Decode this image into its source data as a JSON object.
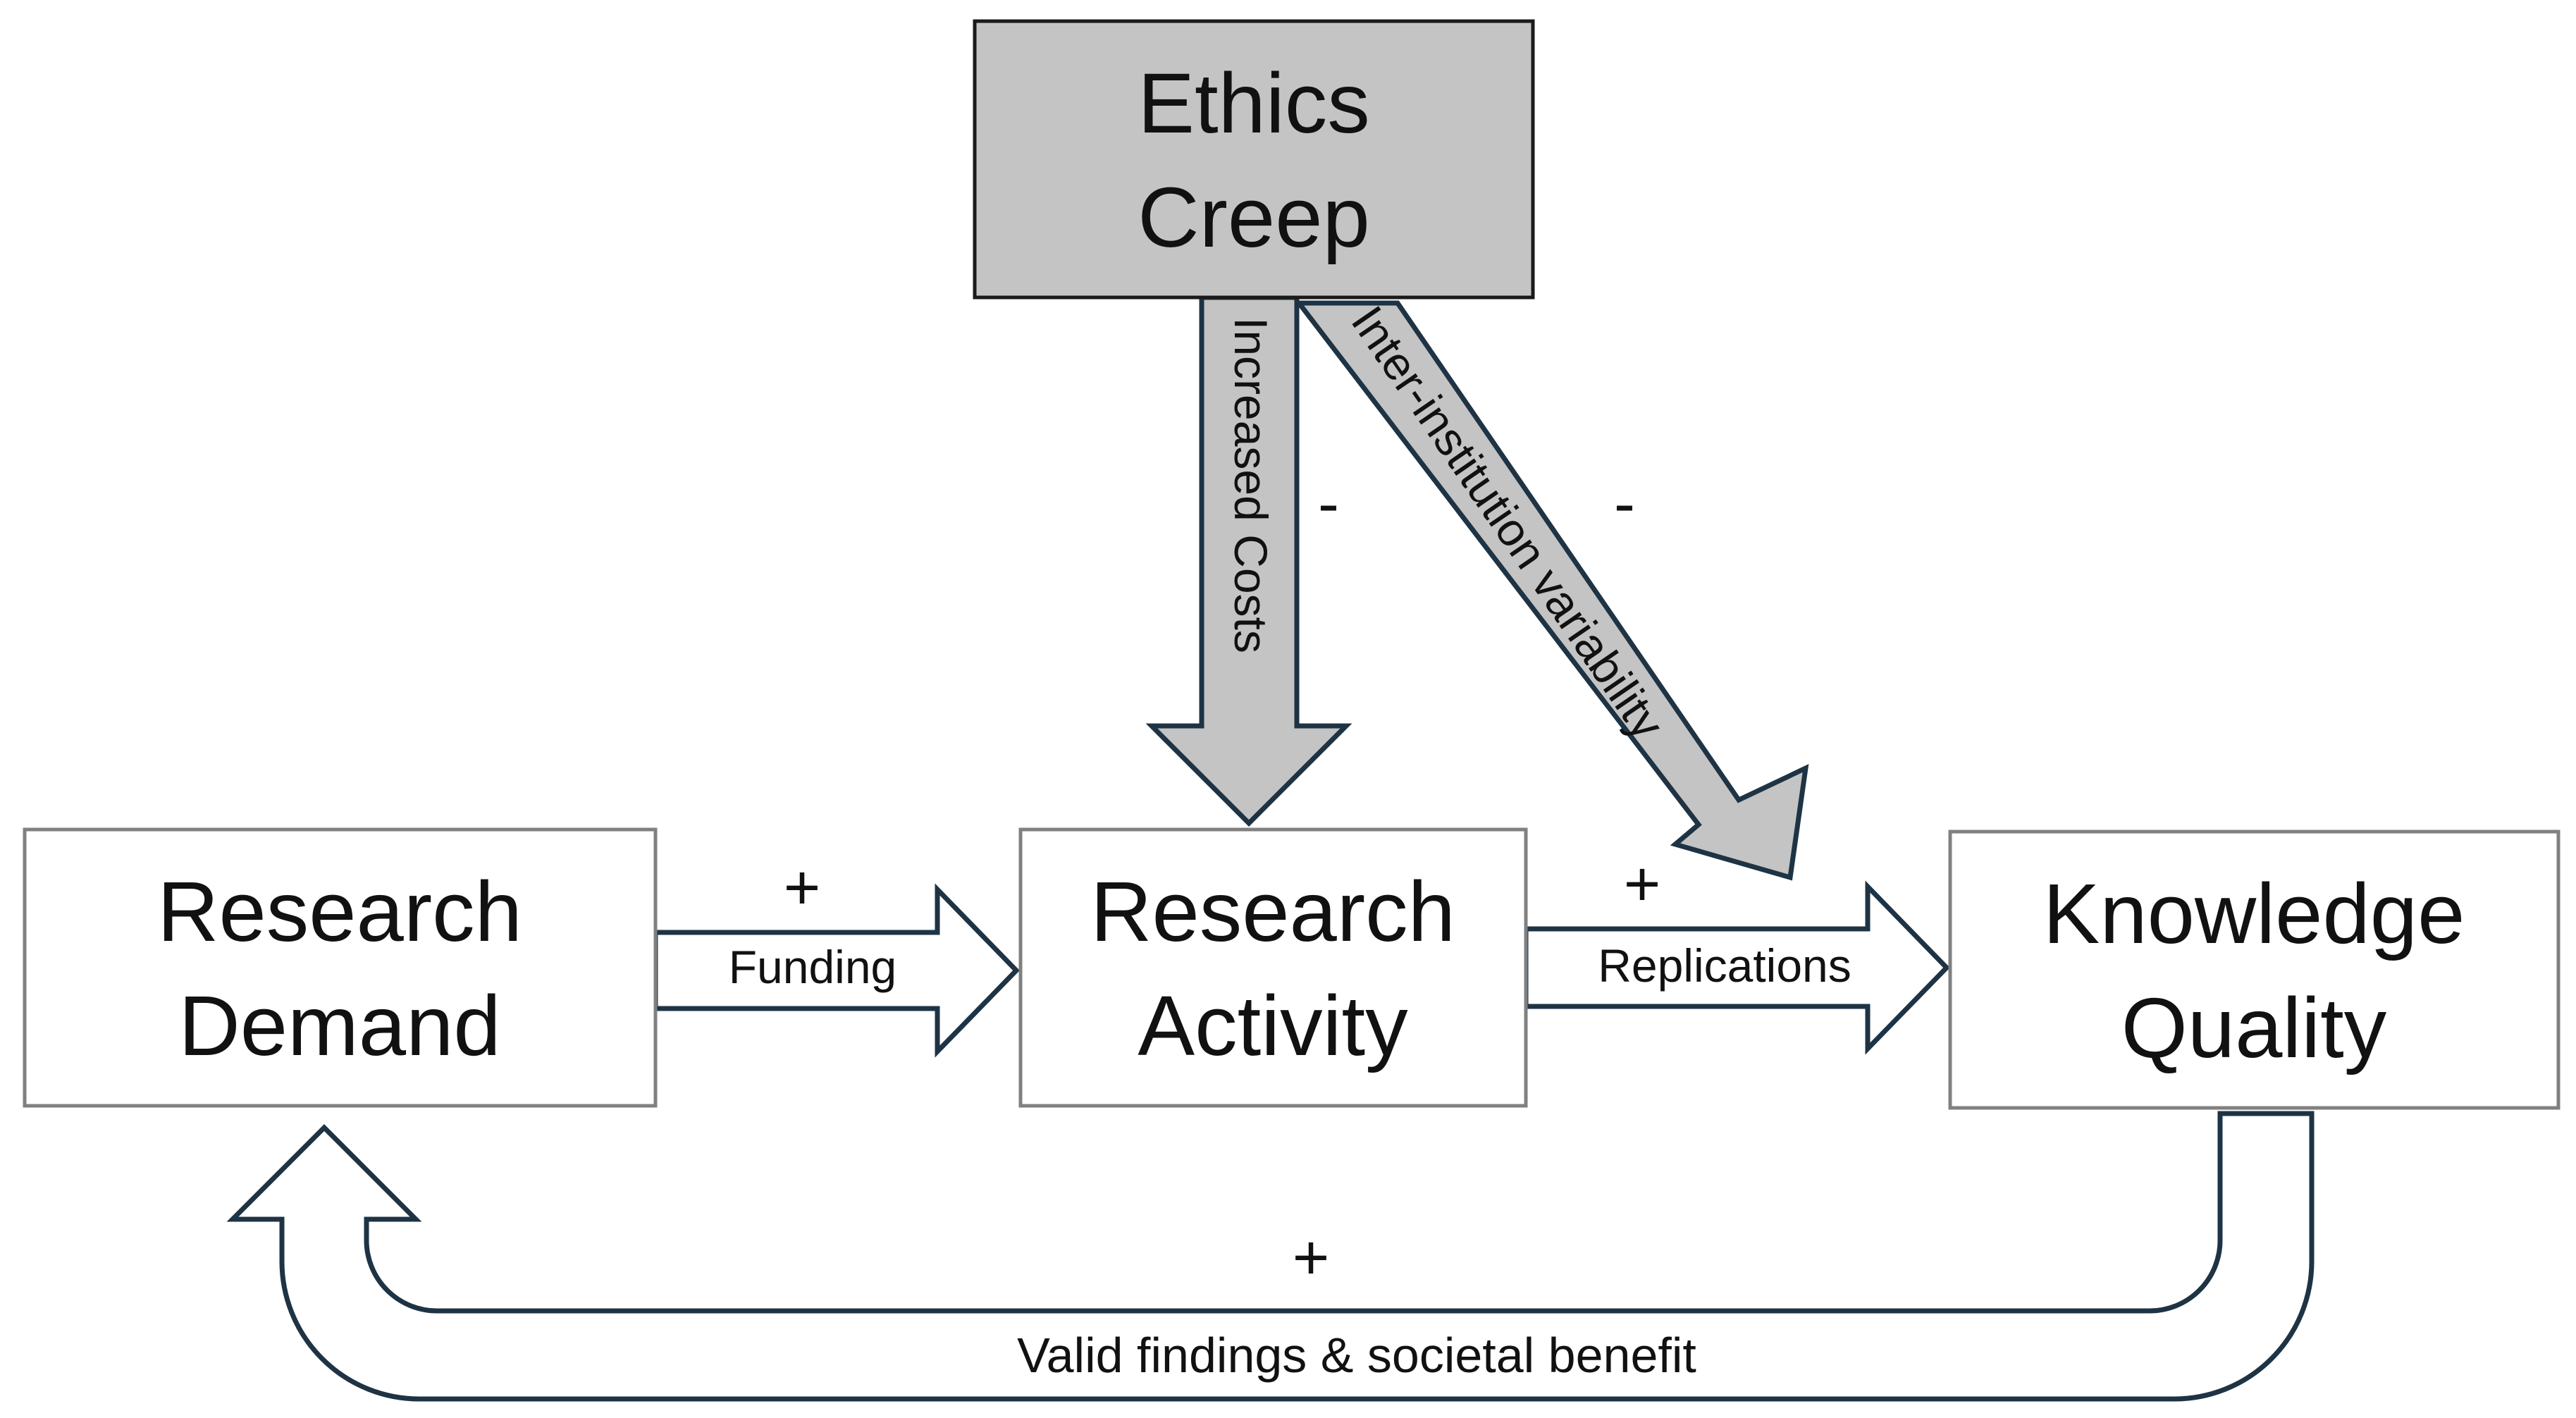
{
  "nodes": {
    "ethics_creep": {
      "line1": "Ethics",
      "line2": "Creep",
      "fill": "#c4c4c4"
    },
    "research_demand": {
      "line1": "Research",
      "line2": "Demand",
      "fill": "#ffffff"
    },
    "research_activity": {
      "line1": "Research",
      "line2": "Activity",
      "fill": "#ffffff"
    },
    "knowledge_quality": {
      "line1": "Knowledge",
      "line2": "Quality",
      "fill": "#ffffff"
    }
  },
  "edges": {
    "funding": {
      "label": "Funding",
      "sign": "+"
    },
    "replications": {
      "label": "Replications",
      "sign": "+"
    },
    "increased_costs": {
      "label": "Increased Costs",
      "sign": "-"
    },
    "inter_institution": {
      "label": "Inter-institution variability",
      "sign": "-"
    },
    "feedback": {
      "label": "Valid findings & societal benefit",
      "sign": "+"
    }
  },
  "colors": {
    "arrow_stroke": "#1e3344",
    "grey_fill": "#c4c4c4"
  }
}
